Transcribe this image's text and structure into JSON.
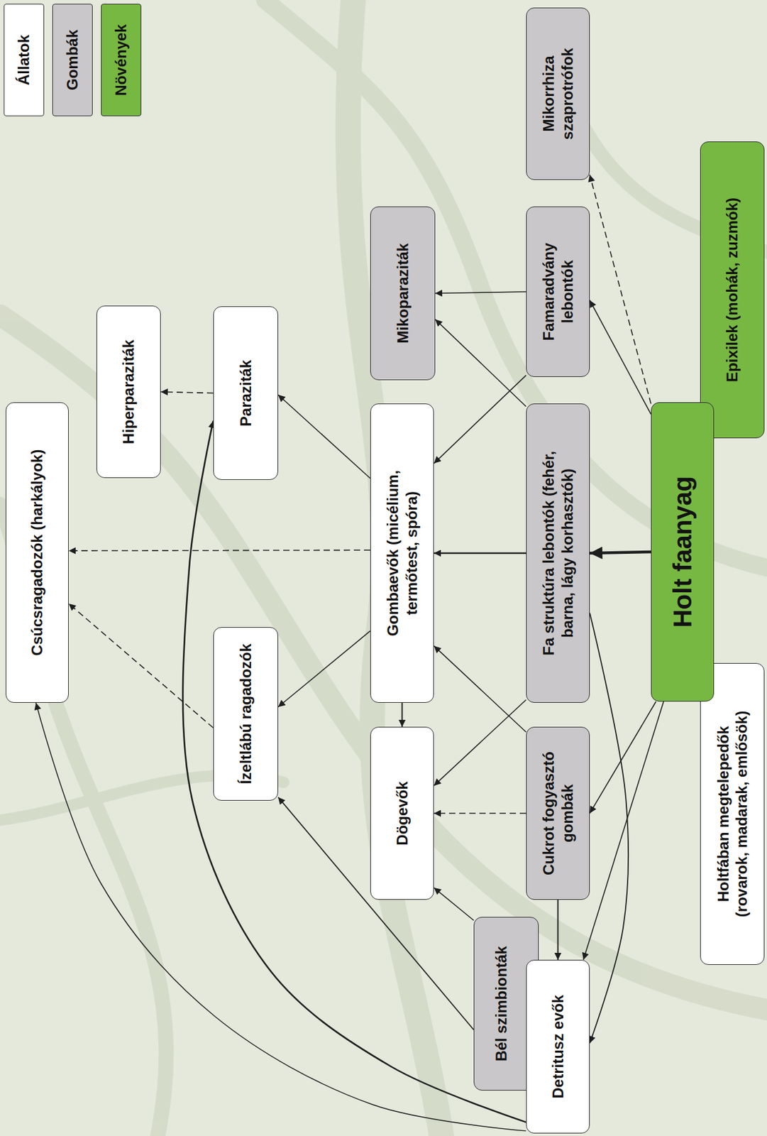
{
  "diagram": {
    "nodes": [
      {
        "text": [
          "Csúcsragadozók (harkályok)"
        ]
      },
      {
        "text": [
          "Hiperparaziták"
        ]
      },
      {
        "text": [
          "Ízeltlábú ragadozók"
        ]
      },
      {
        "text": [
          "Paraziták"
        ]
      },
      {
        "text": [
          "Dögevők"
        ]
      },
      {
        "text": [
          "Gombaevők (micélium, termőtest, spóra)"
        ]
      },
      {
        "text": [
          "Mikoparaziták"
        ]
      },
      {
        "text": [
          "Bél szimbionták"
        ]
      },
      {
        "text": [
          "Detritusz evők"
        ]
      },
      {
        "text": [
          "Cukrot fogyasztó gombák"
        ]
      },
      {
        "text": [
          "Fa struktúra lebontók (fehér, barna, lágy korhasztók)"
        ]
      },
      {
        "text": [
          "Famaradvány lebontók"
        ]
      },
      {
        "text": [
          "Mikorrhiza szaprotrófok"
        ]
      },
      {
        "text": [
          "Holt faanyag"
        ]
      },
      {
        "text": [
          "Holtfában megtelepedők (rovarok, madarak, emlősök)"
        ]
      },
      {
        "text": [
          "Epixilek (mohák, zuzmók)"
        ]
      }
    ],
    "edges": [
      {
        "from": 13,
        "to": 10,
        "arrow": "to"
      },
      {
        "from": 13,
        "to": 11,
        "arrow": "to"
      },
      {
        "from": 13,
        "to": 12,
        "arrow": "to"
      },
      {
        "from": 13,
        "to": 9,
        "arrow": "to"
      },
      {
        "from": 13,
        "to": 8,
        "arrow": "to"
      },
      {
        "from": 10,
        "to": 5,
        "arrow": "to"
      },
      {
        "from": 10,
        "to": 6,
        "arrow": "to"
      },
      {
        "from": 11,
        "to": 6,
        "arrow": "to"
      },
      {
        "from": 11,
        "to": 5,
        "arrow": "to"
      },
      {
        "from": 10,
        "to": 4,
        "arrow": "to"
      },
      {
        "from": 10,
        "to": 8,
        "arrow": "to"
      },
      {
        "from": 9,
        "to": 5,
        "arrow": "to"
      },
      {
        "from": 9,
        "to": 4,
        "arrow": "to"
      },
      {
        "from": 9,
        "to": 8,
        "arrow": "to"
      },
      {
        "from": 7,
        "to": 4,
        "arrow": "to"
      },
      {
        "from": 7,
        "to": 2,
        "arrow": "to"
      },
      {
        "from": 5,
        "to": 4,
        "arrow": "to"
      },
      {
        "from": 5,
        "to": 3,
        "arrow": "to"
      },
      {
        "from": 5,
        "to": 2,
        "arrow": "to"
      },
      {
        "from": 5,
        "to": 0,
        "arrow": "to"
      },
      {
        "from": 3,
        "to": 1,
        "arrow": "to"
      },
      {
        "from": 2,
        "to": 0,
        "arrow": "to"
      },
      {
        "from": 8,
        "to": 3,
        "arrow": "to"
      },
      {
        "from": 8,
        "to": 0,
        "arrow": "to"
      }
    ],
    "legend": [
      {
        "text": "Állatok",
        "color": "#ffffff"
      },
      {
        "text": "Gombák",
        "color": "#c9c7c9"
      },
      {
        "text": "Növények",
        "color": "#77b843"
      }
    ]
  }
}
